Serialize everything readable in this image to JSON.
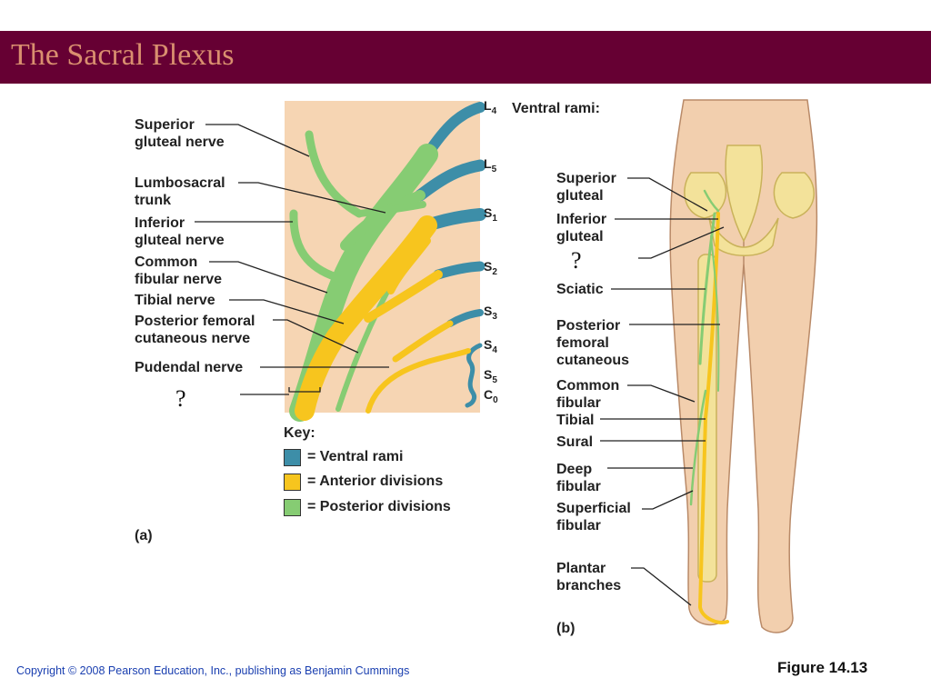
{
  "title": "The Sacral Plexus",
  "panel_a": {
    "nerve_labels": [
      "Superior\ngluteal nerve",
      "Lumbosacral\ntrunk",
      "Inferior\ngluteal nerve",
      "Common\nfibular nerve",
      "Tibial nerve",
      "Posterior femoral\ncutaneous nerve",
      "Pudendal nerve"
    ],
    "unknown_label": "?",
    "roots": [
      {
        "main": "L",
        "sub": "4"
      },
      {
        "main": "L",
        "sub": "5"
      },
      {
        "main": "S",
        "sub": "1"
      },
      {
        "main": "S",
        "sub": "2"
      },
      {
        "main": "S",
        "sub": "3"
      },
      {
        "main": "S",
        "sub": "4"
      },
      {
        "main": "S",
        "sub": "5"
      },
      {
        "main": "C",
        "sub": "0"
      }
    ],
    "key": {
      "title": "Key:",
      "items": [
        {
          "label": "= Ventral rami",
          "color": "#3d8ea8"
        },
        {
          "label": "= Anterior divisions",
          "color": "#f7c51e"
        },
        {
          "label": "= Posterior divisions",
          "color": "#86cc73"
        }
      ]
    },
    "panel_label": "(a)"
  },
  "panel_b": {
    "heading": "Ventral rami:",
    "nerve_labels": [
      "Superior\ngluteal",
      "Inferior\ngluteal",
      "Sciatic",
      "Posterior\nfemoral\ncutaneous",
      "Common\nfibular",
      "Tibial",
      "Sural",
      "Deep\nfibular",
      "Superficial\nfibular",
      "Plantar\nbranches"
    ],
    "unknown_label": "?",
    "panel_label": "(b)"
  },
  "copyright": "Copyright © 2008 Pearson Education, Inc., publishing as Benjamin Cummings",
  "figure_label": "Figure 14.13",
  "colors": {
    "title_bar": "#660033",
    "title_text": "#d98f6f",
    "background_panel": "#f6d5b3",
    "ventral_rami": "#3d8ea8",
    "anterior": "#f7c51e",
    "posterior": "#86cc73",
    "skin": "#f2cfae",
    "bone": "#f3e29a"
  }
}
